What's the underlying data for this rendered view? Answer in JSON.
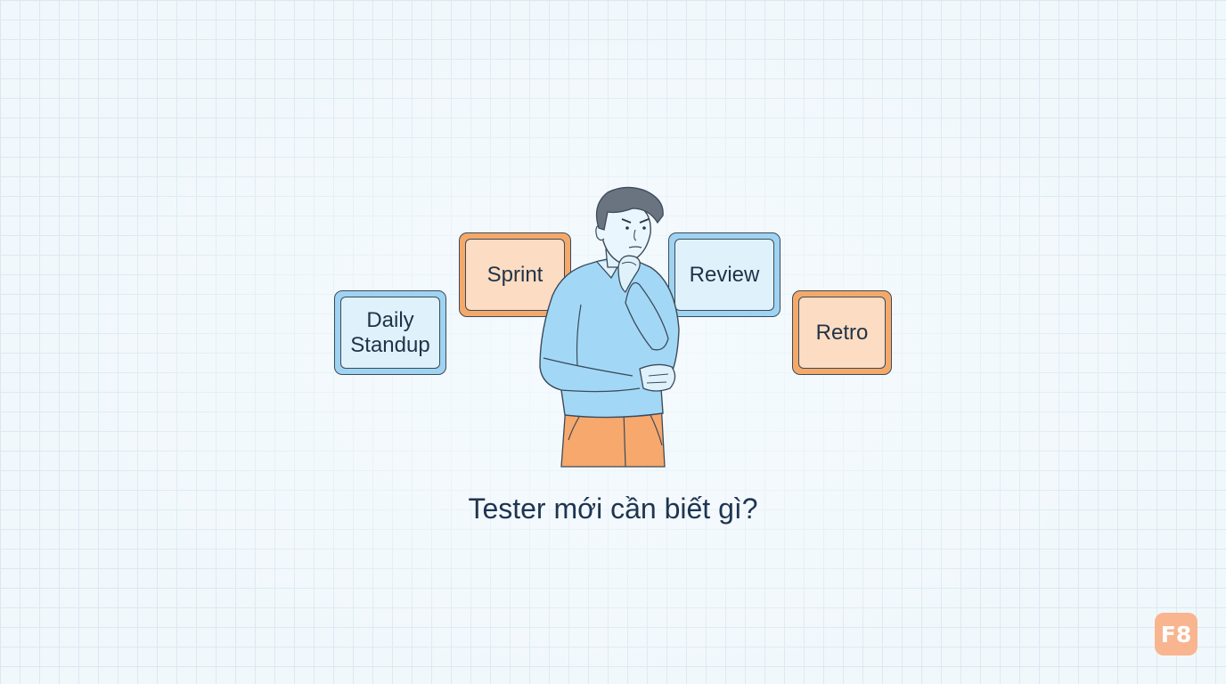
{
  "cards": {
    "daily": "Daily\nStandup",
    "sprint": "Sprint",
    "review": "Review",
    "retro": "Retro"
  },
  "caption": "Tester mới cần biết gì?",
  "logo": "F8",
  "colors": {
    "blue_outer": "#9fd3f2",
    "blue_inner": "#dff2fc",
    "orange_outer": "#f4a96a",
    "orange_inner": "#fcdcc2",
    "sweater": "#a2d8f6",
    "pants": "#f7a86c",
    "hair": "#6a7480",
    "logo_bg": "#f9b58f"
  },
  "icons": [
    "thinking-person-illustration",
    "f8-logo"
  ]
}
